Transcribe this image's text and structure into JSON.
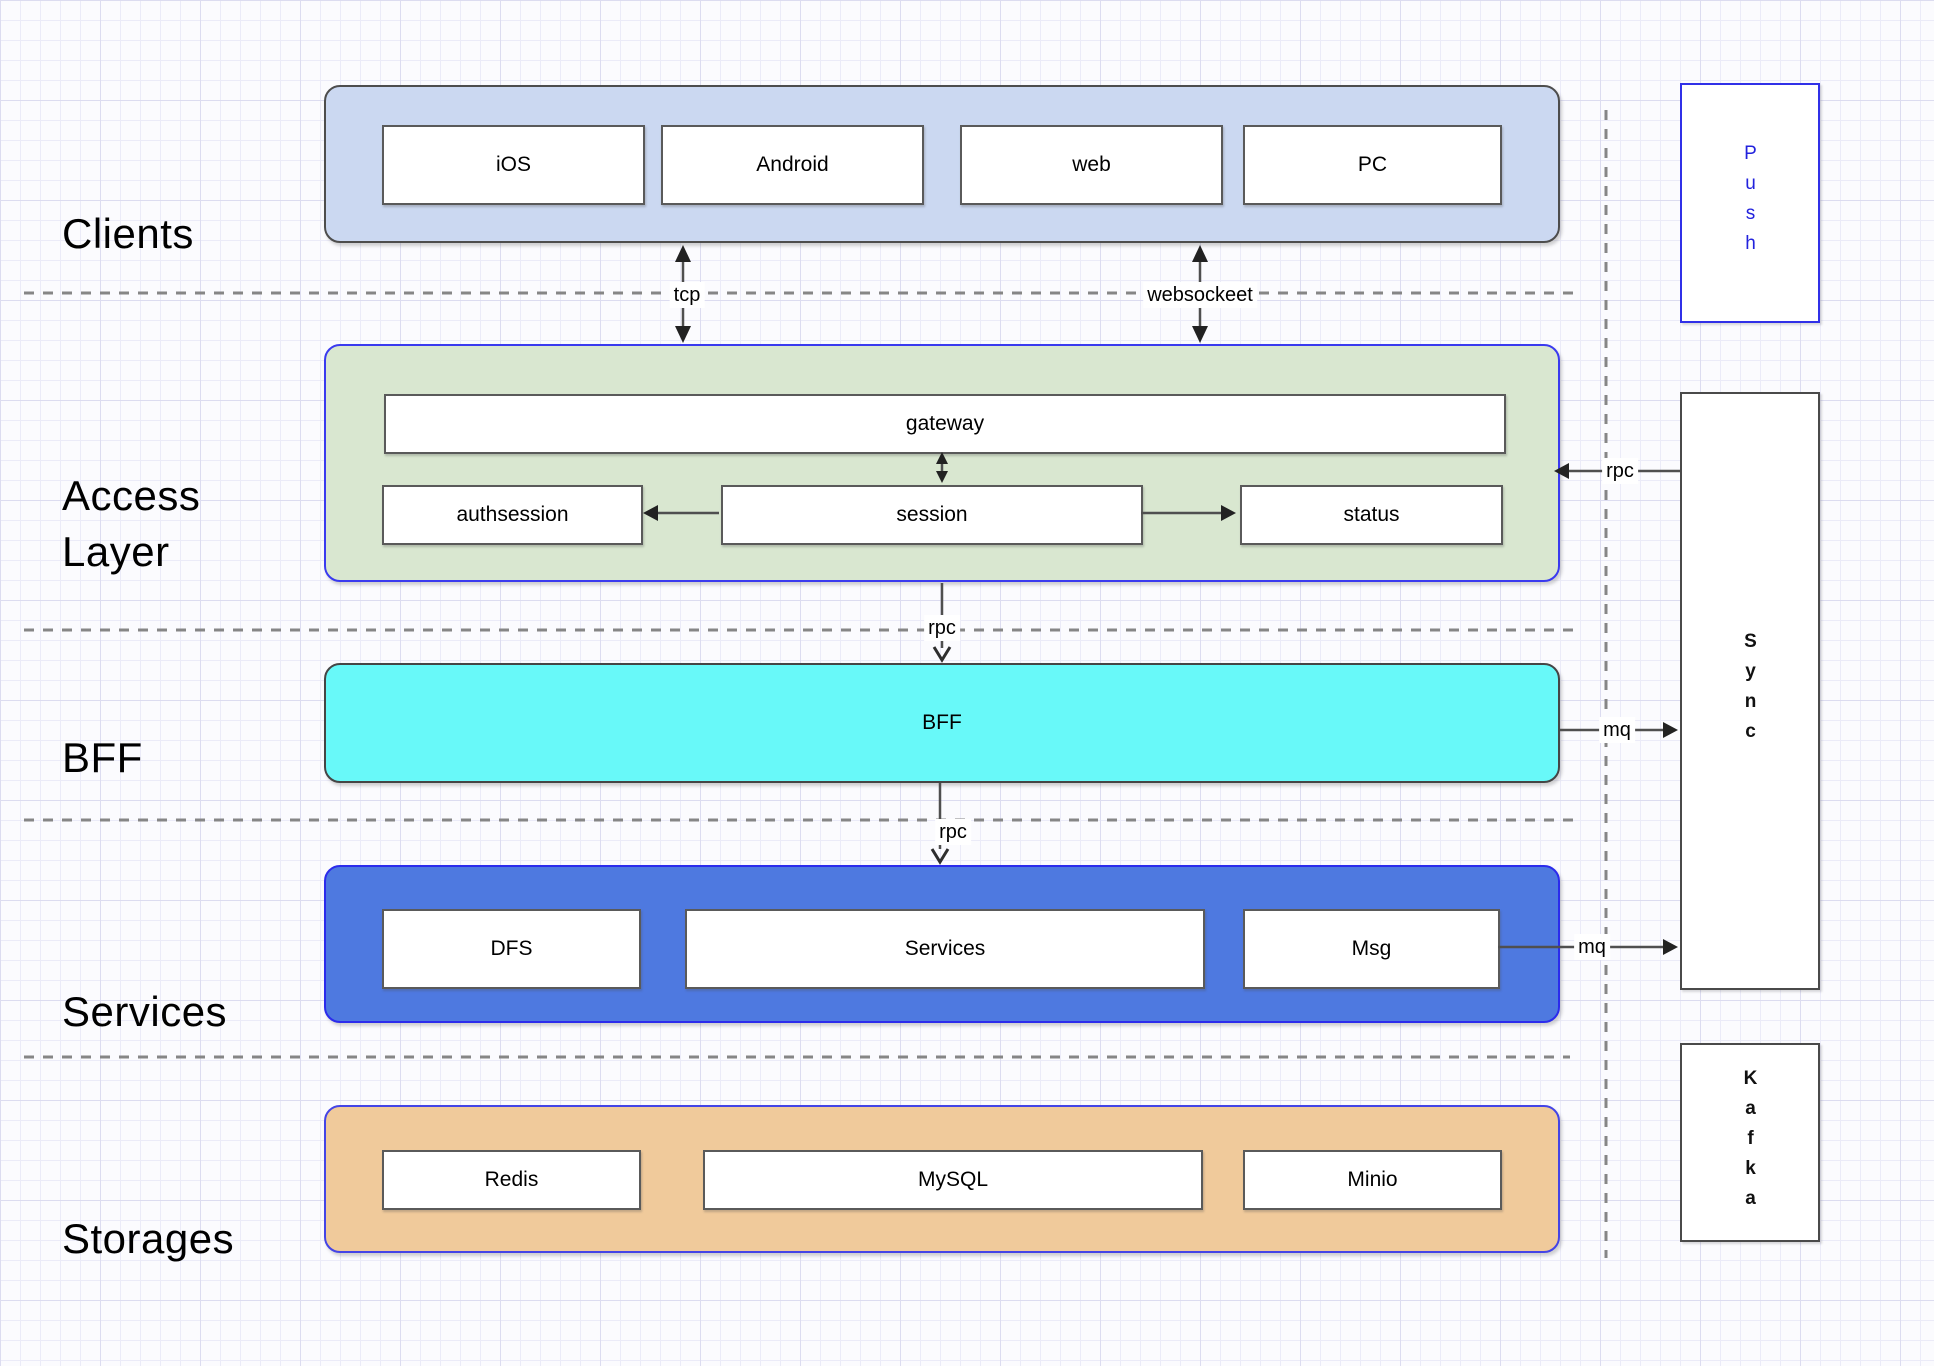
{
  "layers": {
    "clients": {
      "label": "Clients",
      "nodes": {
        "ios": "iOS",
        "android": "Android",
        "web": "web",
        "pc": "PC"
      }
    },
    "access": {
      "label": "Access Layer",
      "nodes": {
        "gateway": "gateway",
        "authsession": "authsession",
        "session": "session",
        "status": "status"
      }
    },
    "bff": {
      "label": "BFF",
      "nodes": {
        "bff": "BFF"
      }
    },
    "services": {
      "label": "Services",
      "nodes": {
        "dfs": "DFS",
        "services": "Services",
        "msg": "Msg"
      }
    },
    "storages": {
      "label": "Storages",
      "nodes": {
        "redis": "Redis",
        "mysql": "MySQL",
        "minio": "Minio"
      }
    }
  },
  "sidebar": {
    "push": "Push",
    "sync": "Sync",
    "kafka": "Kafka"
  },
  "edge_labels": {
    "tcp": "tcp",
    "websocket": "websockeet",
    "rpc_access_to_bff": "rpc",
    "rpc_bff_to_services": "rpc",
    "rpc_sync_to_access": "rpc",
    "mq_bff_to_sync": "mq",
    "mq_msg_to_sync": "mq"
  },
  "colors": {
    "clients_fill": "#cbd8f1",
    "access_fill": "#d9e7d0",
    "bff_fill": "#68f9f9",
    "services_fill": "#4e79e0",
    "storages_fill": "#f0ca9b",
    "blue_container_border": "#3a3aef",
    "push_accent": "#2222dd"
  }
}
